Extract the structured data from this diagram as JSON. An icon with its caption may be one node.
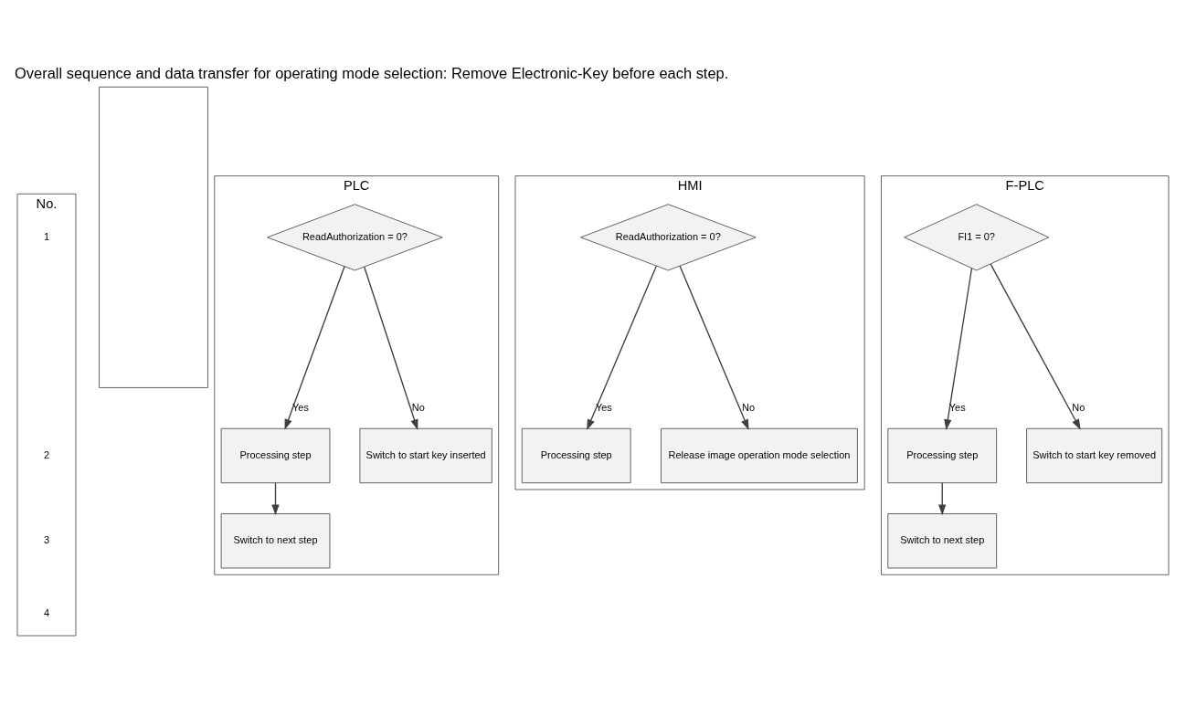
{
  "diagram": {
    "title": "Overall sequence and data transfer for operating mode selection: Remove Electronic-Key before each step.",
    "nodes": [
      {
        "text": [
          "No."
        ]
      },
      {
        "text": [
          "1"
        ],
        "in": 0
      },
      {
        "text": [
          "2"
        ],
        "in": 0
      },
      {
        "text": [
          "3"
        ],
        "in": 0
      },
      {
        "text": [
          "4"
        ],
        "in": 0
      },
      {
        "text": [],
        "shape": "box"
      },
      {
        "text": [
          "PLC"
        ]
      },
      {
        "text": [
          "ReadAuthorization = 0?"
        ],
        "in": 6
      },
      {
        "text": [
          "Processing step"
        ],
        "in": 6
      },
      {
        "text": [
          "Switch to next step"
        ],
        "in": 6
      },
      {
        "text": [
          "Switch to start key inserted"
        ],
        "in": 6
      },
      {
        "text": [
          "HMI"
        ]
      },
      {
        "text": [
          "ReadAuthorization = 0?"
        ],
        "in": 11
      },
      {
        "text": [
          "Processing step"
        ],
        "in": 11
      },
      {
        "text": [
          "Release image operation mode selection"
        ],
        "in": 11
      },
      {
        "text": [
          "F-PLC"
        ]
      },
      {
        "text": [
          "FI1 = 0?"
        ],
        "in": 15
      },
      {
        "text": [
          "Processing step"
        ],
        "in": 15
      },
      {
        "text": [
          "Switch to next step"
        ],
        "in": 15
      },
      {
        "text": [
          "Switch to start key removed"
        ],
        "in": 15
      }
    ],
    "edges": [
      {
        "from": 7,
        "to": 8,
        "arrow": "to",
        "label": "Yes"
      },
      {
        "from": 7,
        "to": 10,
        "arrow": "to",
        "label": "No"
      },
      {
        "from": 8,
        "to": 9,
        "arrow": "to"
      },
      {
        "from": 12,
        "to": 13,
        "arrow": "to",
        "label": "Yes"
      },
      {
        "from": 12,
        "to": 14,
        "arrow": "to",
        "label": "No"
      },
      {
        "from": 16,
        "to": 17,
        "arrow": "to",
        "label": "Yes"
      },
      {
        "from": 16,
        "to": 19,
        "arrow": "to",
        "label": "No"
      },
      {
        "from": 17,
        "to": 18,
        "arrow": "to"
      }
    ]
  }
}
